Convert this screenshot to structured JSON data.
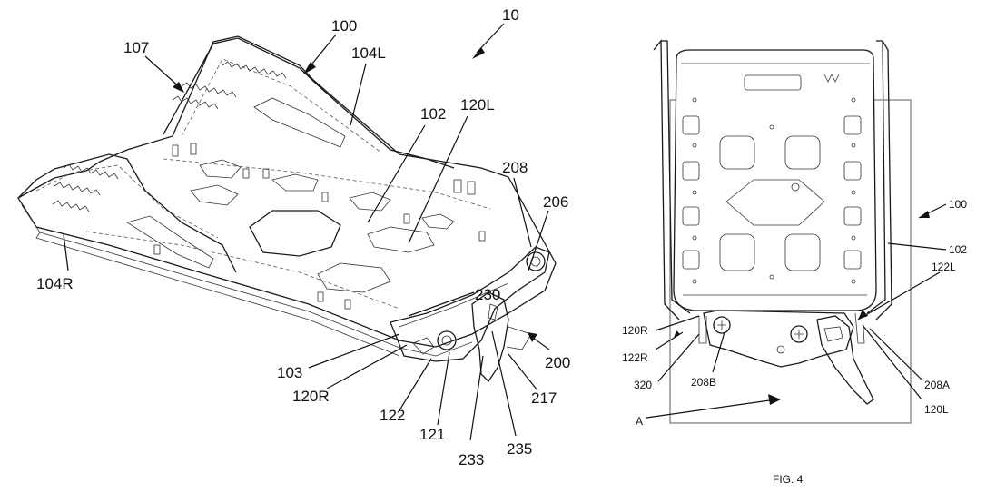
{
  "left_view": {
    "labels": {
      "ref_10": "10",
      "ref_100": "100",
      "ref_104L": "104L",
      "ref_107": "107",
      "ref_102": "102",
      "ref_120L": "120L",
      "ref_208": "208",
      "ref_206": "206",
      "ref_104R": "104R",
      "ref_230": "230",
      "ref_200": "200",
      "ref_103": "103",
      "ref_120R": "120R",
      "ref_122": "122",
      "ref_121": "121",
      "ref_217": "217",
      "ref_233": "233",
      "ref_235": "235"
    }
  },
  "right_view": {
    "labels": {
      "ref_100": "100",
      "ref_102": "102",
      "ref_122L": "122L",
      "ref_120R": "120R",
      "ref_122R": "122R",
      "ref_320": "320",
      "ref_208B": "208B",
      "ref_208A": "208A",
      "ref_120L": "120L",
      "ref_A": "A"
    },
    "caption": "FIG. 4"
  }
}
